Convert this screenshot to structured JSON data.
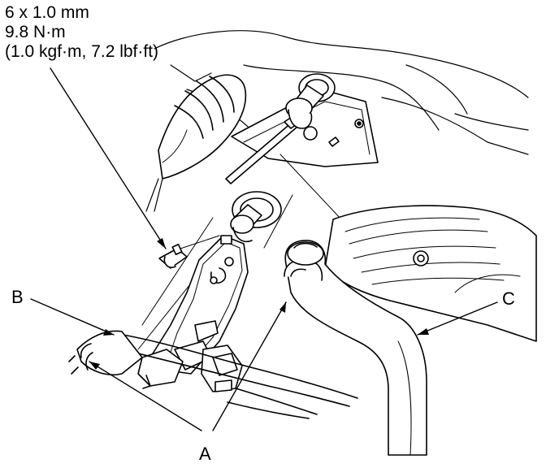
{
  "torque_spec": {
    "bolt_size": "6 x 1.0 mm",
    "torque_nm": "9.8 N·m",
    "torque_alt": "(1.0 kgf·m, 7.2 lbf·ft)"
  },
  "callouts": {
    "a": "A",
    "b": "B",
    "c": "C"
  }
}
